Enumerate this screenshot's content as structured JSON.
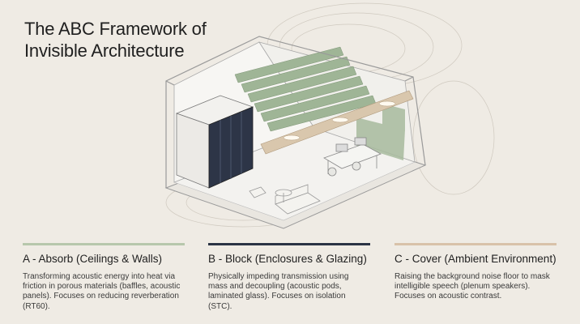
{
  "title": {
    "line1": "The ABC Framework of",
    "line2": "Invisible Architecture"
  },
  "colors": {
    "absorb": "#b7c7ac",
    "block": "#2a3344",
    "cover": "#d8c2a9",
    "background": "#efebe4"
  },
  "columns": [
    {
      "heading": "A - Absorb (Ceilings & Walls)",
      "description": "Transforming acoustic energy into heat via friction in porous materials (baffles, acoustic panels). Focuses on reducing reverberation (RT60)."
    },
    {
      "heading": "B - Block (Enclosures & Glazing)",
      "description": "Physically impeding transmission using mass and decoupling (acoustic pods, laminated glass). Focuses on isolation (STC)."
    },
    {
      "heading": "C - Cover (Ambient Environment)",
      "description": "Raising the background noise floor to mask intelligible speech (plenum speakers). Focuses on acoustic contrast."
    }
  ]
}
